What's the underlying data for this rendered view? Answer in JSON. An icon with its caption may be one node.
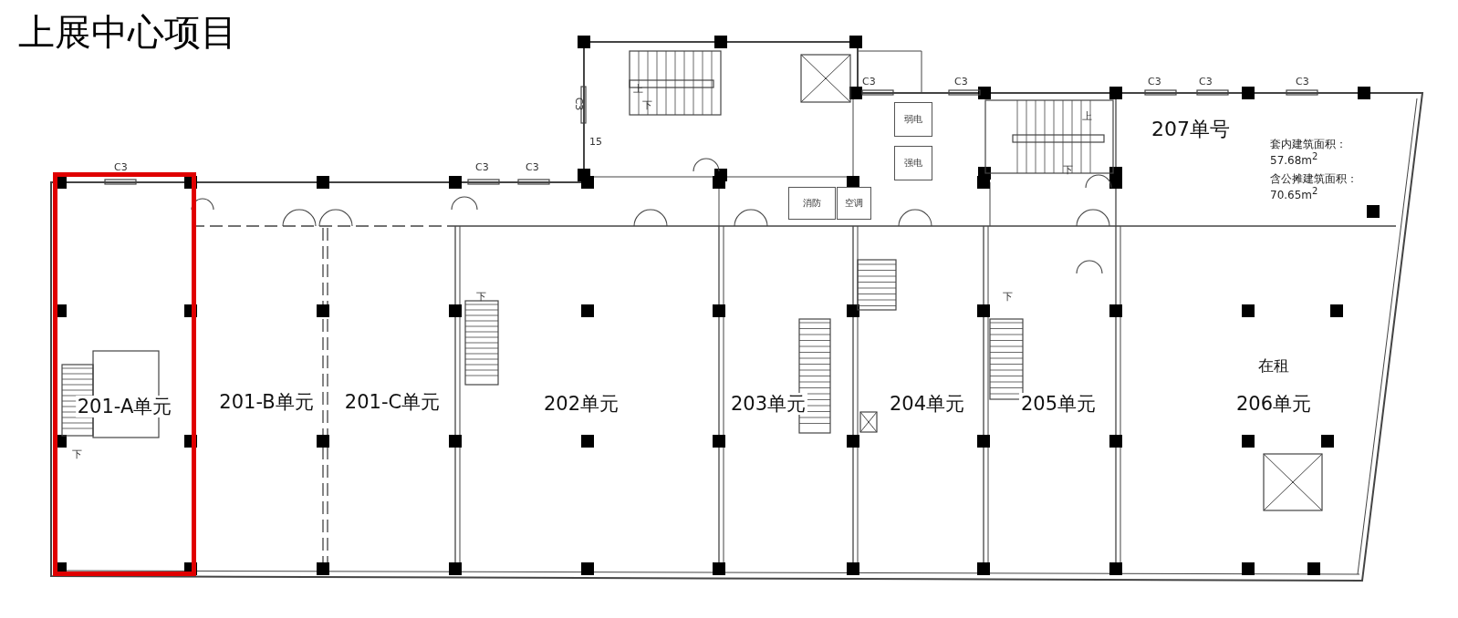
{
  "diagram": {
    "title": "上展中心项目",
    "nodes": [
      {
        "text": [
          "弱电"
        ]
      },
      {
        "text": [
          "强电"
        ]
      },
      {
        "text": [
          "207单号",
          "套内建筑面积：57.68m$^{2}$",
          "含公摊建筑面积：70.65m$^{2}$"
        ]
      },
      {
        "text": [
          "消防"
        ]
      },
      {
        "text": [
          "空调"
        ]
      },
      {
        "text": [
          "201-A单元"
        ]
      },
      {
        "text": [
          "201-B单元"
        ]
      },
      {
        "text": [
          "201-C单元"
        ]
      },
      {
        "text": [
          "202单元"
        ]
      },
      {
        "text": [
          "203单元"
        ]
      },
      {
        "text": [
          "204单元"
        ]
      },
      {
        "text": [
          "205单元"
        ]
      },
      {
        "text": [
          "在租",
          "206单元"
        ]
      }
    ],
    "labels": [
      "C3",
      "C3",
      "C3",
      "C3",
      "C3",
      "上",
      "C3",
      "下",
      "上",
      "15",
      "C3",
      "C3",
      "C3",
      "下",
      "下",
      "下",
      "下"
    ]
  }
}
